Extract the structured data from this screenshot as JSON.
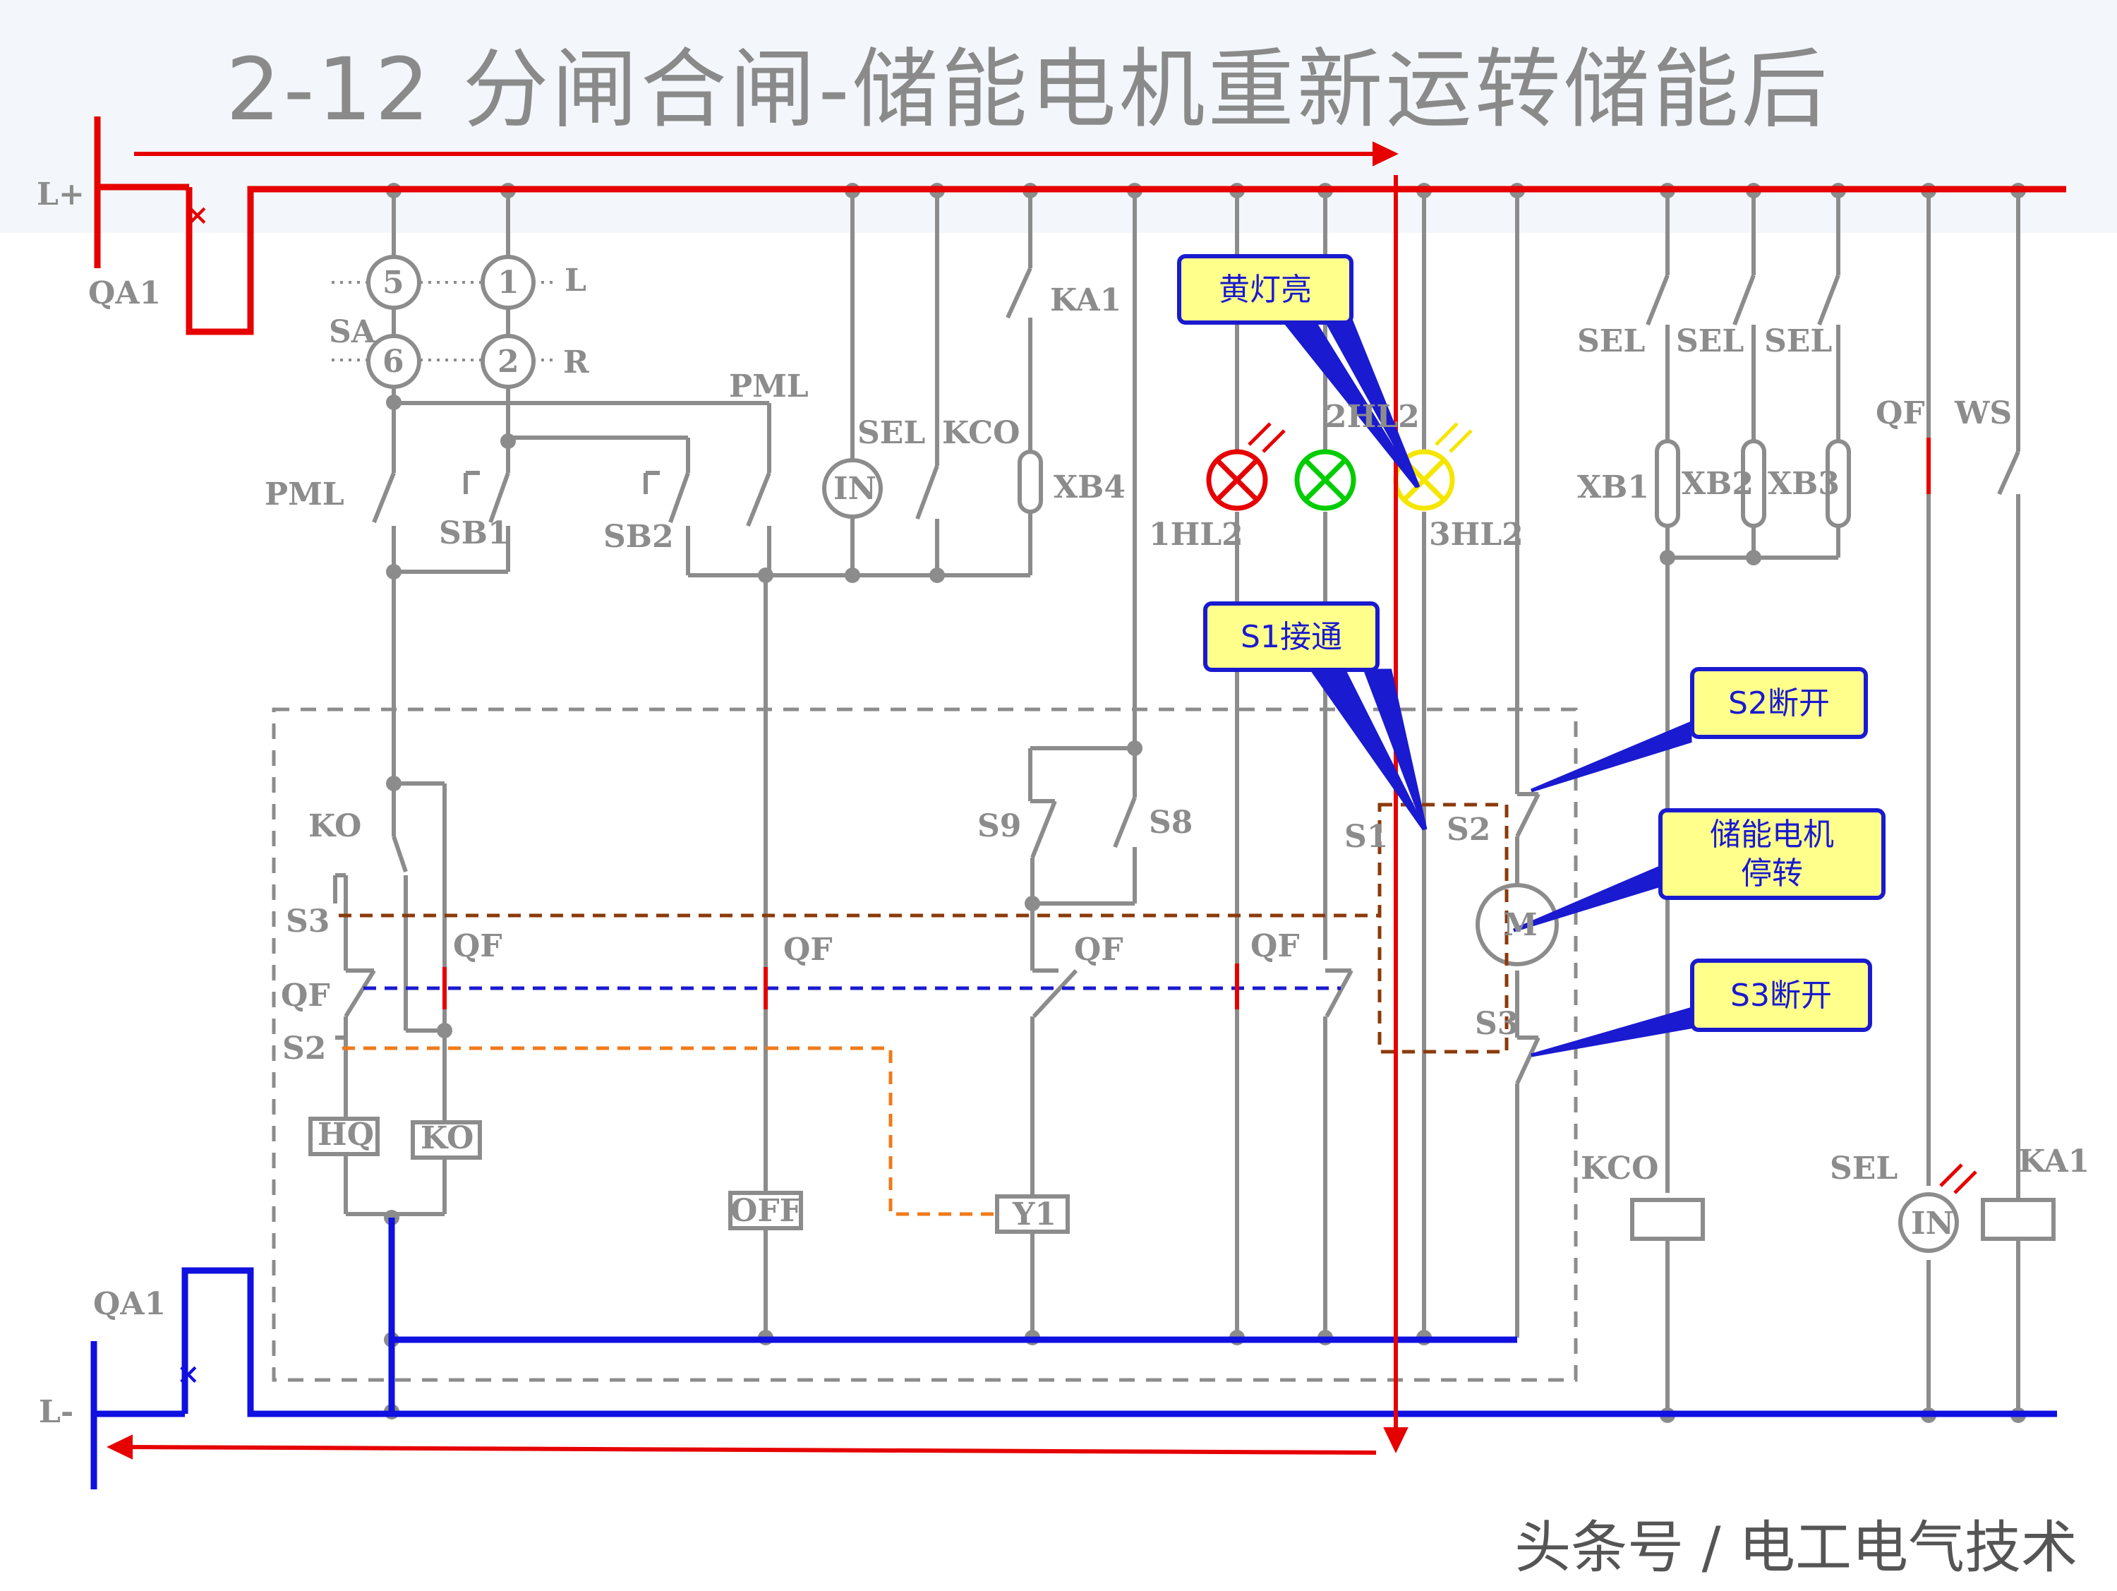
{
  "title": "2-12   分闸合闸-储能电机重新运转储能后",
  "watermark": "头条号 / 电工电气技术",
  "colors": {
    "positive_bus": "#e60000",
    "negative_bus": "#1010e0",
    "wire": "#8c8c8c",
    "annotation_fill": "#ffff8c",
    "annotation_border": "#1a1ad0"
  },
  "bus": {
    "positive": "L+",
    "negative": "L-",
    "breaker_top": "QA1",
    "breaker_bottom": "QA1"
  },
  "selector": {
    "name": "SA",
    "contacts": [
      "5",
      "1",
      "6",
      "2"
    ],
    "left": "L",
    "right": "R"
  },
  "labels": {
    "pml_left": "PML",
    "sb1": "SB1",
    "pml_top": "PML",
    "sb2": "SB2",
    "sel_top": "SEL",
    "kco_top": "KCO",
    "xb4": "XB4",
    "ka1_top": "KA1",
    "in_top": "IN",
    "hl1": "1HL2",
    "hl2": "2HL2",
    "hl3": "3HL2",
    "sel_r1": "SEL",
    "sel_r2": "SEL",
    "sel_r3": "SEL",
    "xb1": "XB1",
    "xb2": "XB2",
    "xb3": "XB3",
    "qf_r": "QF",
    "ws": "WS",
    "ko": "KO",
    "s3_left": "S3",
    "qf_a": "QF",
    "qf_left": "QF",
    "s2_left": "S2",
    "qf_b": "QF",
    "s9": "S9",
    "s8": "S8",
    "qf_c": "QF",
    "qf_d": "QF",
    "s1": "S1",
    "s2_right": "S2",
    "motor": "M",
    "s3_right": "S3",
    "hq": "HQ",
    "ko_coil": "KO",
    "off": "OFF",
    "y1": "Y1",
    "kco_bottom": "KCO",
    "sel_bottom": "SEL",
    "in_bottom": "IN",
    "ka1_bottom": "KA1"
  },
  "annotations": {
    "yellow_lamp": "黄灯亮",
    "s1_on": "S1接通",
    "s2_off": "S2断开",
    "motor_stop": "储能电机\n停转",
    "s3_off": "S3断开"
  }
}
